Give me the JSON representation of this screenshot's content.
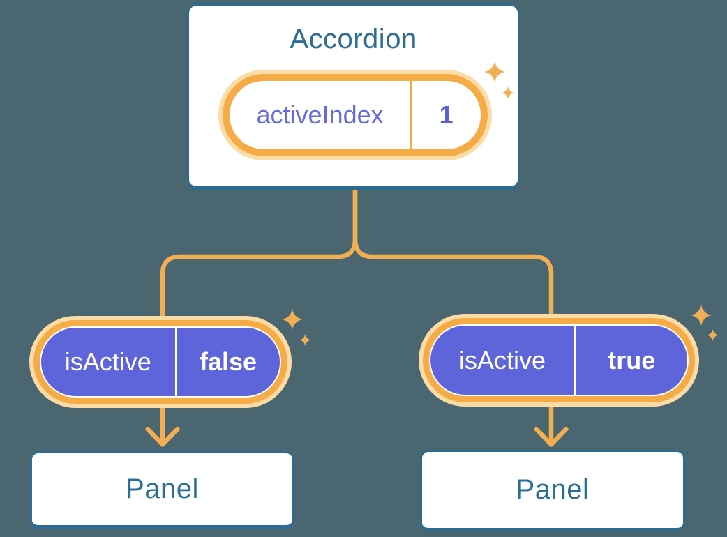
{
  "diagram": {
    "root": {
      "title": "Accordion",
      "state": {
        "name": "activeIndex",
        "value": "1"
      }
    },
    "branches": [
      {
        "side": "left",
        "prop": {
          "name": "isActive",
          "value": "false"
        },
        "panel": {
          "title": "Panel"
        }
      },
      {
        "side": "right",
        "prop": {
          "name": "isActive",
          "value": "true"
        },
        "panel": {
          "title": "Panel"
        }
      }
    ]
  },
  "icons": {
    "sparkle": "sparkle-icon"
  },
  "colors": {
    "background": "#4A6670",
    "card_border_blue": "#2E6B90",
    "heading_blue": "#2D6E94",
    "connector_orange": "#F3AE52",
    "pill_ring_orange": "#F5AC47",
    "pill_glow_peach": "#FBDCA6",
    "state_purple": "#5E65DA",
    "state_label_purple": "#666CE0",
    "white": "#FFFFFF"
  }
}
